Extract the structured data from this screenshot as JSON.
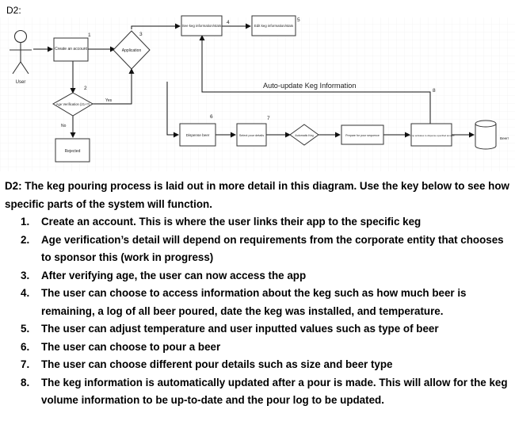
{
  "diagram": {
    "title": "D2:",
    "actor_label": "User",
    "nodes": {
      "create_account": "Create an account",
      "application": "Application",
      "see_keg": "See keg information/stats",
      "edit_keg": "Edit keg information/stats",
      "age_verification": "Age Verification (21+?)",
      "rejected": "Rejected",
      "dispense_beer": "Dispense beer",
      "select_pour": "Select pour details",
      "automatic_keg": "Automatic Keg",
      "prepare_pour": "Prepare for pour sequence",
      "pump_activates": "Pump activates to dispense specified amount",
      "beer": "Beer!"
    },
    "edge_labels": {
      "yes": "Yes",
      "no": "No",
      "auto_update": "Auto-update Keg Information"
    },
    "step_numbers": [
      "1",
      "2",
      "3",
      "4",
      "5",
      "6",
      "7",
      "8"
    ]
  },
  "description": {
    "intro": "D2: The keg pouring process is laid out in more detail in this diagram. Use the key below to see how specific parts of the system will function.",
    "steps": [
      {
        "number": "1.",
        "text": "Create an account. This is where the user links their app to the specific keg"
      },
      {
        "number": "2.",
        "text": "Age verification’s detail will depend on requirements from the corporate entity that chooses to sponsor this (work in progress)"
      },
      {
        "number": "3.",
        "text": "After verifying age, the user can now access the app"
      },
      {
        "number": "4.",
        "text": "The user can choose to access information about the keg such as how much beer is remaining, a log of all beer poured, date the keg was installed, and temperature."
      },
      {
        "number": "5.",
        "text": "The user can adjust temperature and user inputted values such as type of beer"
      },
      {
        "number": "6.",
        "text": "The user can choose to pour a beer"
      },
      {
        "number": "7.",
        "text": "The user can choose different pour details such as size and beer type"
      },
      {
        "number": "8.",
        "text": "The keg information is automatically updated after a pour is made. This will allow for the keg volume information to be up-to-date and the pour log to be updated."
      }
    ]
  }
}
